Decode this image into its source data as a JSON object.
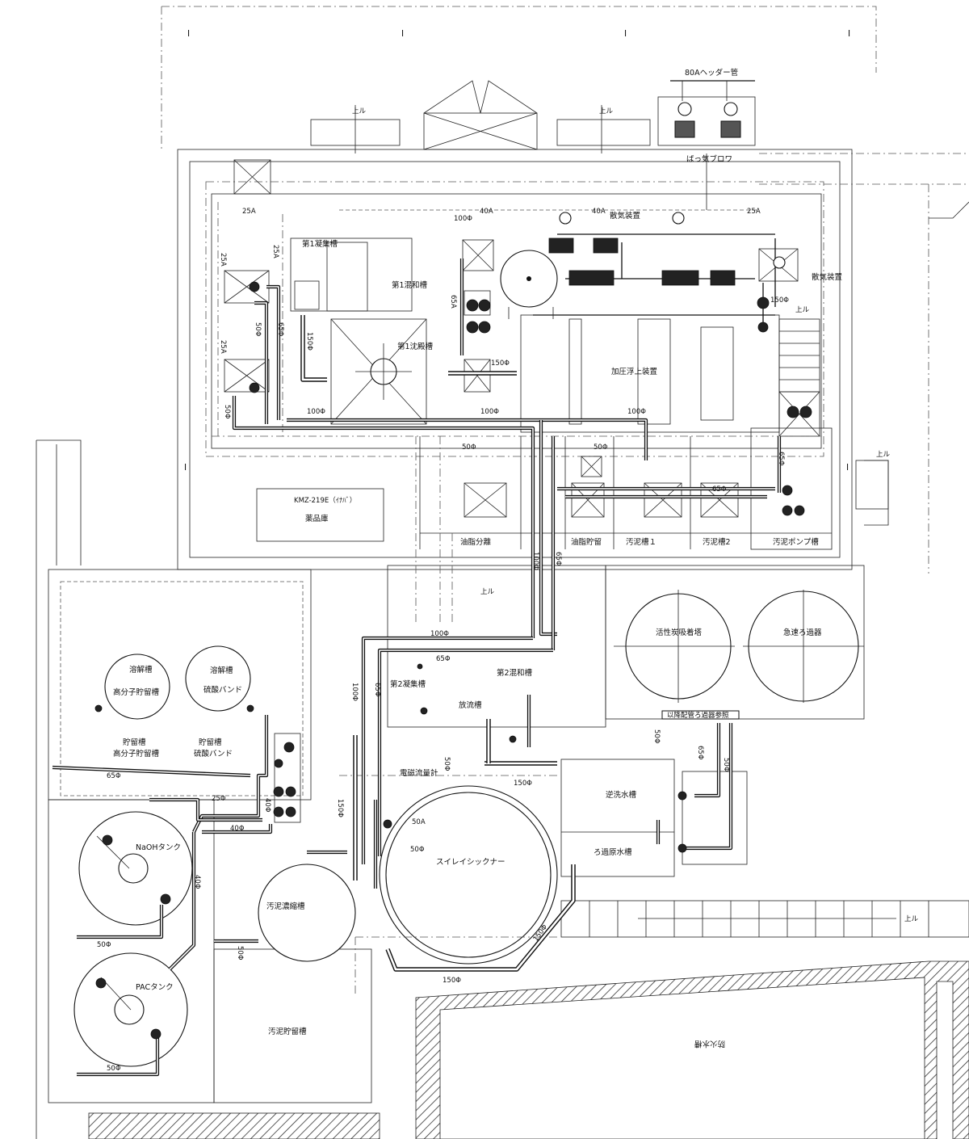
{
  "labels": {
    "header_pipe": "80Aヘッダー管",
    "blower": "ばっ気ブロワ",
    "up1": "上ル",
    "up2": "上ル",
    "up3": "上ル",
    "up4": "上ル",
    "up5": "上ル",
    "up6": "上ル",
    "diffuser1": "散気装置",
    "diffuser2": "散気装置",
    "first_collection": "第1凝集槽",
    "first_mixing": "第1混和槽",
    "first_sedimentation": "第1沈殿槽",
    "pressure_flotation": "加圧浮上装置",
    "chemical_unit": "KMZ-219E（ｲﾅﾊﾞ）",
    "chemical_room": "薬品庫",
    "oil_separation": "油脂分離",
    "oil_storage": "油脂貯留",
    "sludge1": "汚泥槽１",
    "sludge2": "汚泥槽2",
    "sludge_pump": "汚泥ポンプ槽",
    "carbon_tower": "活性炭吸着塔",
    "rapid_filter": "急速ろ過器",
    "piping_note": "以降配管ろ過器参照",
    "backwash": "逆洗水槽",
    "filtered_water": "ろ過原水槽",
    "dissolve1": "溶解槽",
    "polymer_storage1": "高分子貯留槽",
    "dissolve2": "溶解槽",
    "sulfuric1": "硫酸バンド",
    "storage1": "貯留槽",
    "polymer_storage2": "高分子貯留槽",
    "storage2": "貯留槽",
    "sulfuric2": "硫酸バンド",
    "naoh": "NaOHタンク",
    "pac": "PACタンク",
    "second_collection": "第2凝集槽",
    "discharge": "放流槽",
    "second_mixing": "第2混和槽",
    "flowmeter": "電磁流量計",
    "thickener": "スイレイシックナー",
    "sludge_thickening": "汚泥濃縮槽",
    "sludge_storage": "汚泥貯留槽",
    "fire_tank": "防火水槽"
  },
  "dims": {
    "d_25a_1": "25A",
    "d_25a_2": "25A",
    "d_25a_3": "25A",
    "d_25a_4": "25A",
    "d_25a_5": "25A",
    "d_40a_1": "40A",
    "d_40a_2": "40A",
    "d_100phi_top": "100Φ",
    "d_50phi_1": "50Φ",
    "d_65phi_1": "65Φ",
    "d_65a": "65A",
    "d_150phi_1": "150Φ",
    "d_150phi_2": "150Φ",
    "d_150phi_3": "150Φ",
    "d_100phi_1": "100Φ",
    "d_100phi_2": "100Φ",
    "d_100phi_3": "100Φ",
    "d_50phi_2": "50Φ",
    "d_50phi_3": "50Φ",
    "d_50phi_4": "50Φ",
    "d_65phi_2": "65Φ",
    "d_65phi_3": "65Φ",
    "d_100phi_4": "100Φ",
    "d_65phi_4": "65Φ",
    "d_100phi_5": "100Φ",
    "d_65phi_5": "65Φ",
    "d_100phi_6": "100Φ",
    "d_65phi_6": "65Φ",
    "d_50phi_5": "50Φ",
    "d_150phi_4": "150Φ",
    "d_150phi_5": "150Φ",
    "d_50a": "50A",
    "d_50phi_6": "50Φ",
    "d_150phi_6": "150Φ",
    "d_150phi_7": "150Φ",
    "d_65phi_7": "65Φ",
    "d_25phi": "25Φ",
    "d_40phi_1": "40Φ",
    "d_40phi_2": "40Φ",
    "d_40phi_3": "40Φ",
    "d_50phi_7": "50Φ",
    "d_50phi_8": "50Φ",
    "d_50phi_9": "50Φ",
    "d_50phi_10": "50Φ",
    "d_65phi_8": "65Φ",
    "d_50phi_11": "50Φ"
  }
}
